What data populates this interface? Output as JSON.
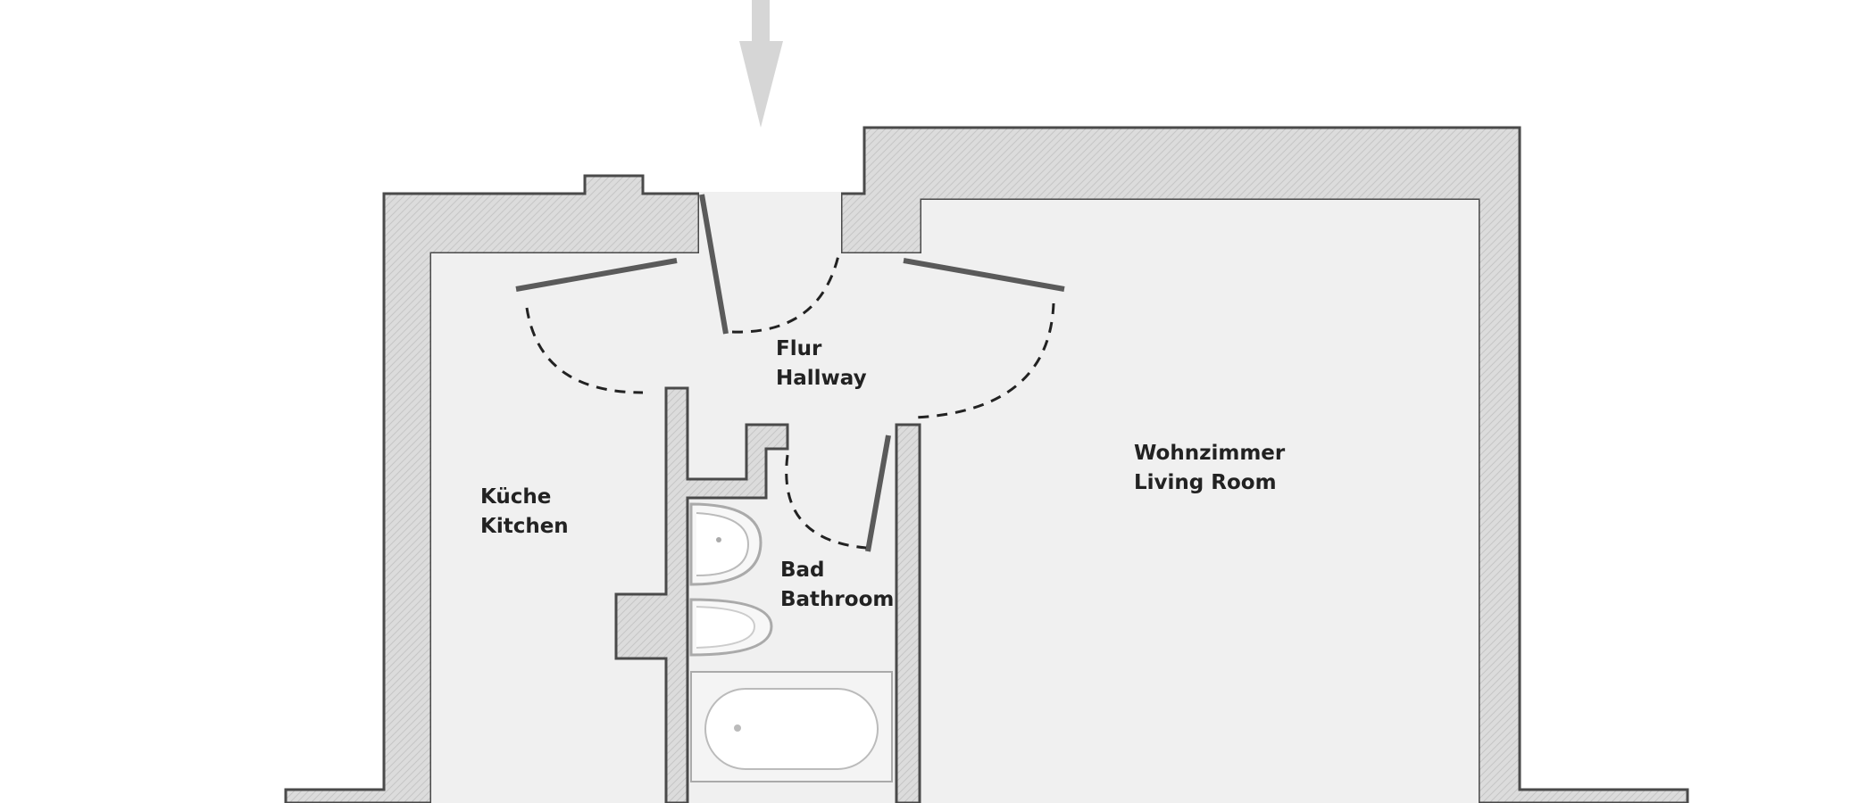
{
  "colors": {
    "background": "#ffffff",
    "floor": "#f0f0f0",
    "wall_fill": "#dcdcdc",
    "wall_stroke": "#4a4a4a",
    "door": "#5a5a5a",
    "arrow": "#d6d6d6",
    "text": "#222222"
  },
  "icons": {
    "entrance": "entrance-arrow-icon",
    "sink": "sink-icon",
    "toilet": "toilet-icon",
    "bathtub": "bathtub-icon"
  },
  "rooms": {
    "hallway": {
      "name_de": "Flur",
      "name_en": "Hallway"
    },
    "kitchen": {
      "name_de": "Küche",
      "name_en": "Kitchen"
    },
    "bathroom": {
      "name_de": "Bad",
      "name_en": "Bathroom"
    },
    "living_room": {
      "name_de": "Wohnzimmer",
      "name_en": "Living Room"
    }
  }
}
